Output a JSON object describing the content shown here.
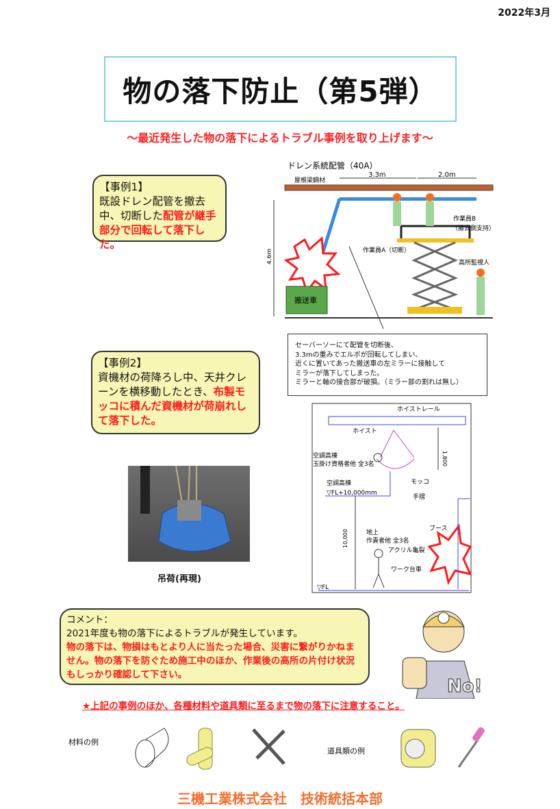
{
  "date": "2022年3月",
  "title": "物の落下防止（第5弾）",
  "subtitle": "～最近発生した物の落下によるトラブル事例を取り上げます～",
  "case1": {
    "heading": "【事例1】",
    "text_black_1": "既設ドレン配管を撤去中、",
    "text_black_2": "切断した",
    "text_red": "配管が継手部分で回転して落下した。"
  },
  "diagram1": {
    "pipe_label": "ドレン系統配管（40A）",
    "beam_label": "屋根梁鋼材",
    "dim1": "3.3m",
    "dim2": "2.0m",
    "height": "4.6m",
    "worker_b": "作業員B",
    "worker_b_note": "（撤去側支持）",
    "worker_a": "作業員A（切断）",
    "supervisor": "高所監視人",
    "cart": "搬送車"
  },
  "note1": {
    "lines": [
      "セーバーソーにて配管を切断後、",
      "3.3mの重みでエルボが回転してしまい、",
      "近くに置いてあった搬送車の左ミラーに接触して",
      "ミラーが落下してしまった。",
      "ミラーと軸の接合部が破損。（ミラー部の割れは無し）"
    ]
  },
  "case2": {
    "heading": "【事例2】",
    "text_black": "資機材の荷降ろし中、天井クレーンを横移動したとき、",
    "text_red": "布製モッコに積んだ資機材が荷崩れして落下した。"
  },
  "photo_caption": "吊荷(再現)",
  "diagram2": {
    "rail": "ホイストレール",
    "hoist": "ホイスト",
    "dim_top": "1,800",
    "upper_group_1": "空調高棟",
    "upper_group_2": "玉掛け資格者他 全3名",
    "mokko": "モッコ",
    "floor_name": "空調高棟",
    "floor_level": "▽FL+10,000mm",
    "handrail": "手摺",
    "dim_height": "10,000",
    "ground_1": "地上",
    "ground_2": "作責者他 全3名",
    "booth": "ブース",
    "acrylic": "アクリル亀裂",
    "cart": "ワーク台車",
    "fl": "▽FL"
  },
  "comment": {
    "heading": "コメント：",
    "line_black": "2021年度も物の落下によるトラブルが発生しています。",
    "text_red": "物の落下は、物損はもとより人に当たった場合、災害に繋がりかねません。物の落下を防ぐため施工中のほか、作業後の高所の片付け状況もしっかり確認して下さい。"
  },
  "no_sign": "No!",
  "notice": "★上記の事例のほか、各種材料や道具類に至るまで物の落下に注意すること。",
  "materials_label": "材料の例",
  "tools_label": "道具類の例",
  "footer": "三機工業株式会社　技術統括本部"
}
